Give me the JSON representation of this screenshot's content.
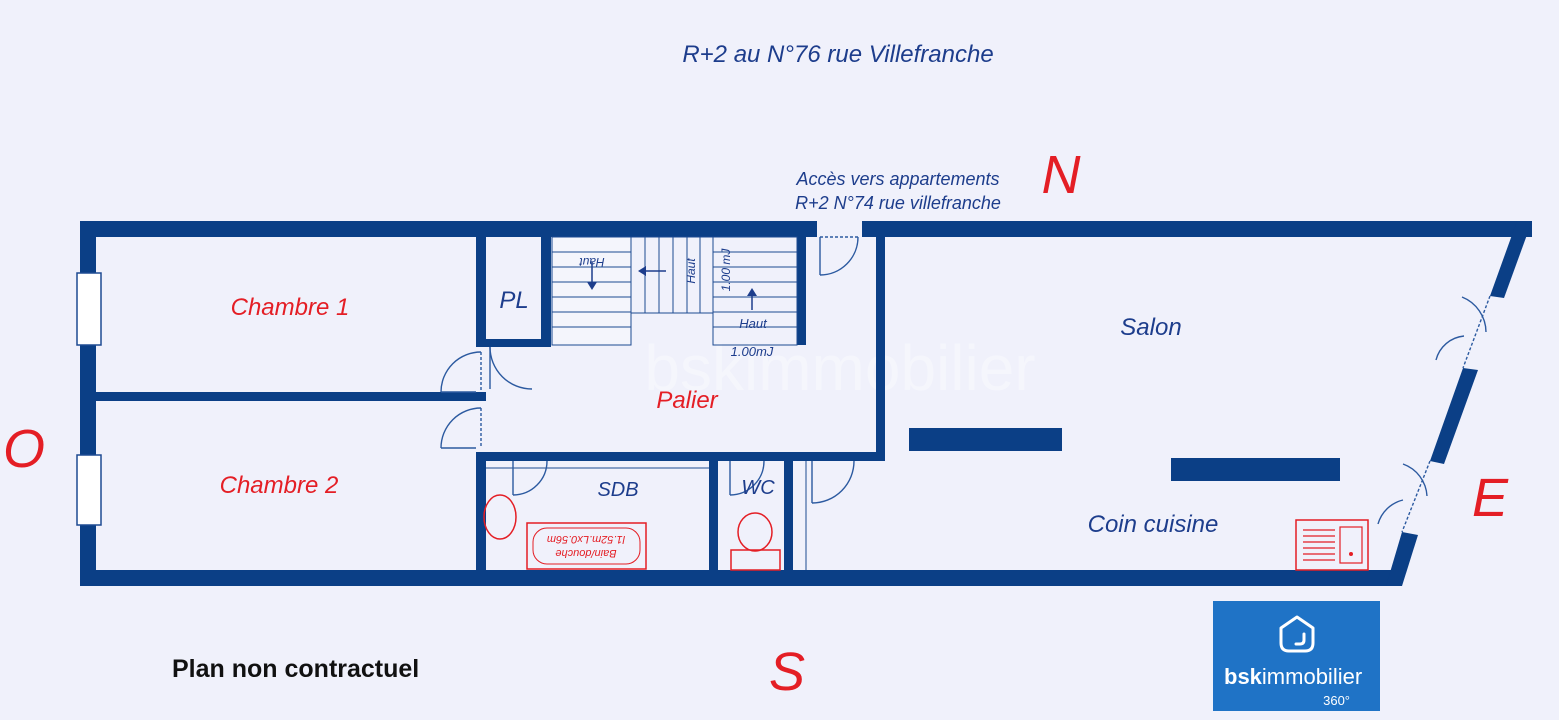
{
  "title": "R+2 au N°76 rue Villefranche",
  "access_note": {
    "line1": "Accès vers appartements",
    "line2": "R+2 N°74 rue villefranche"
  },
  "compass": {
    "north": "N",
    "south": "S",
    "east": "E",
    "west": "O"
  },
  "rooms": {
    "chambre1": "Chambre 1",
    "chambre2": "Chambre 2",
    "pl": "PL",
    "palier": "Palier",
    "sdb": "SDB",
    "wc": "WC",
    "salon": "Salon",
    "coin_cuisine": "Coin cuisine"
  },
  "stairs": {
    "haut_left": "Haut",
    "haut_mid": "Haut",
    "haut_right": "Haut",
    "height_vertical": "1.00 mJ",
    "height_bottom": "1.00mJ"
  },
  "bath": {
    "line1": "Bain/douche",
    "line2": "l1.52m.Lx0.56m"
  },
  "disclaimer": "Plan non contractuel",
  "logo": {
    "name_bold": "bsk",
    "name_rest": "immobilier",
    "tag": "360°"
  },
  "watermark": "bskimmobilier",
  "colors": {
    "wall": "#0b3f86",
    "room_label_blue": "#1d3d8c",
    "room_label_red": "#e41e25",
    "fixture_red": "#e41e25",
    "logo_bg": "#1f73c6",
    "background": "#f0f1fb"
  }
}
